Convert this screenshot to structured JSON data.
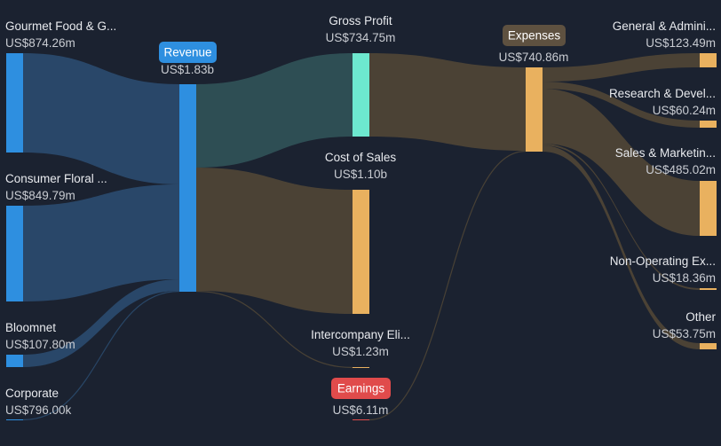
{
  "chart_data": {
    "type": "sankey",
    "currency_note": "",
    "nodes": [
      {
        "id": "gourmet",
        "label": "Gourmet Food & G...",
        "value_label": "US$874.26m",
        "value": 874.26,
        "color": "#2e8fe0"
      },
      {
        "id": "floral",
        "label": "Consumer Floral ...",
        "value_label": "US$849.79m",
        "value": 849.79,
        "color": "#2e8fe0"
      },
      {
        "id": "bloomnet",
        "label": "Bloomnet",
        "value_label": "US$107.80m",
        "value": 107.8,
        "color": "#2e8fe0"
      },
      {
        "id": "corporate",
        "label": "Corporate",
        "value_label": "US$796.00k",
        "value": 0.796,
        "color": "#2e8fe0"
      },
      {
        "id": "revenue",
        "label": "Revenue",
        "value_label": "US$1.83b",
        "value": 1830,
        "color": "#2e8fe0",
        "pill": "#2e8fe0"
      },
      {
        "id": "gross",
        "label": "Gross Profit",
        "value_label": "US$734.75m",
        "value": 734.75,
        "color": "#6de8cf"
      },
      {
        "id": "cos",
        "label": "Cost of Sales",
        "value_label": "US$1.10b",
        "value": 1100,
        "color": "#e9b15f"
      },
      {
        "id": "interco",
        "label": "Intercompany Eli...",
        "value_label": "US$1.23m",
        "value": 1.23,
        "color": "#e9b15f"
      },
      {
        "id": "earnings",
        "label": "Earnings",
        "value_label": "US$6.11m",
        "value": 6.11,
        "color": "#e04b4b",
        "pill": "#e04b4b"
      },
      {
        "id": "expenses",
        "label": "Expenses",
        "value_label": "US$740.86m",
        "value": 740.86,
        "color": "#e9b15f",
        "pill": "#5e5140"
      },
      {
        "id": "ga",
        "label": "General & Admini...",
        "value_label": "US$123.49m",
        "value": 123.49,
        "color": "#e9b15f"
      },
      {
        "id": "rd",
        "label": "Research & Devel...",
        "value_label": "US$60.24m",
        "value": 60.24,
        "color": "#e9b15f"
      },
      {
        "id": "sm",
        "label": "Sales & Marketin...",
        "value_label": "US$485.02m",
        "value": 485.02,
        "color": "#e9b15f"
      },
      {
        "id": "nonop",
        "label": "Non-Operating Ex...",
        "value_label": "US$18.36m",
        "value": 18.36,
        "color": "#e9b15f"
      },
      {
        "id": "other",
        "label": "Other",
        "value_label": "US$53.75m",
        "value": 53.75,
        "color": "#e9b15f"
      }
    ],
    "links": [
      {
        "source": "gourmet",
        "target": "revenue",
        "value": 874.26
      },
      {
        "source": "floral",
        "target": "revenue",
        "value": 849.79
      },
      {
        "source": "bloomnet",
        "target": "revenue",
        "value": 107.8
      },
      {
        "source": "corporate",
        "target": "revenue",
        "value": 0.796
      },
      {
        "source": "revenue",
        "target": "gross",
        "value": 734.75
      },
      {
        "source": "revenue",
        "target": "cos",
        "value": 1100
      },
      {
        "source": "revenue",
        "target": "interco",
        "value": 1.23
      },
      {
        "source": "gross",
        "target": "expenses",
        "value": 734.75
      },
      {
        "source": "earnings",
        "target": "expenses",
        "value": 6.11
      },
      {
        "source": "expenses",
        "target": "ga",
        "value": 123.49
      },
      {
        "source": "expenses",
        "target": "rd",
        "value": 60.24
      },
      {
        "source": "expenses",
        "target": "sm",
        "value": 485.02
      },
      {
        "source": "expenses",
        "target": "nonop",
        "value": 18.36
      },
      {
        "source": "expenses",
        "target": "other",
        "value": 53.75
      }
    ]
  }
}
